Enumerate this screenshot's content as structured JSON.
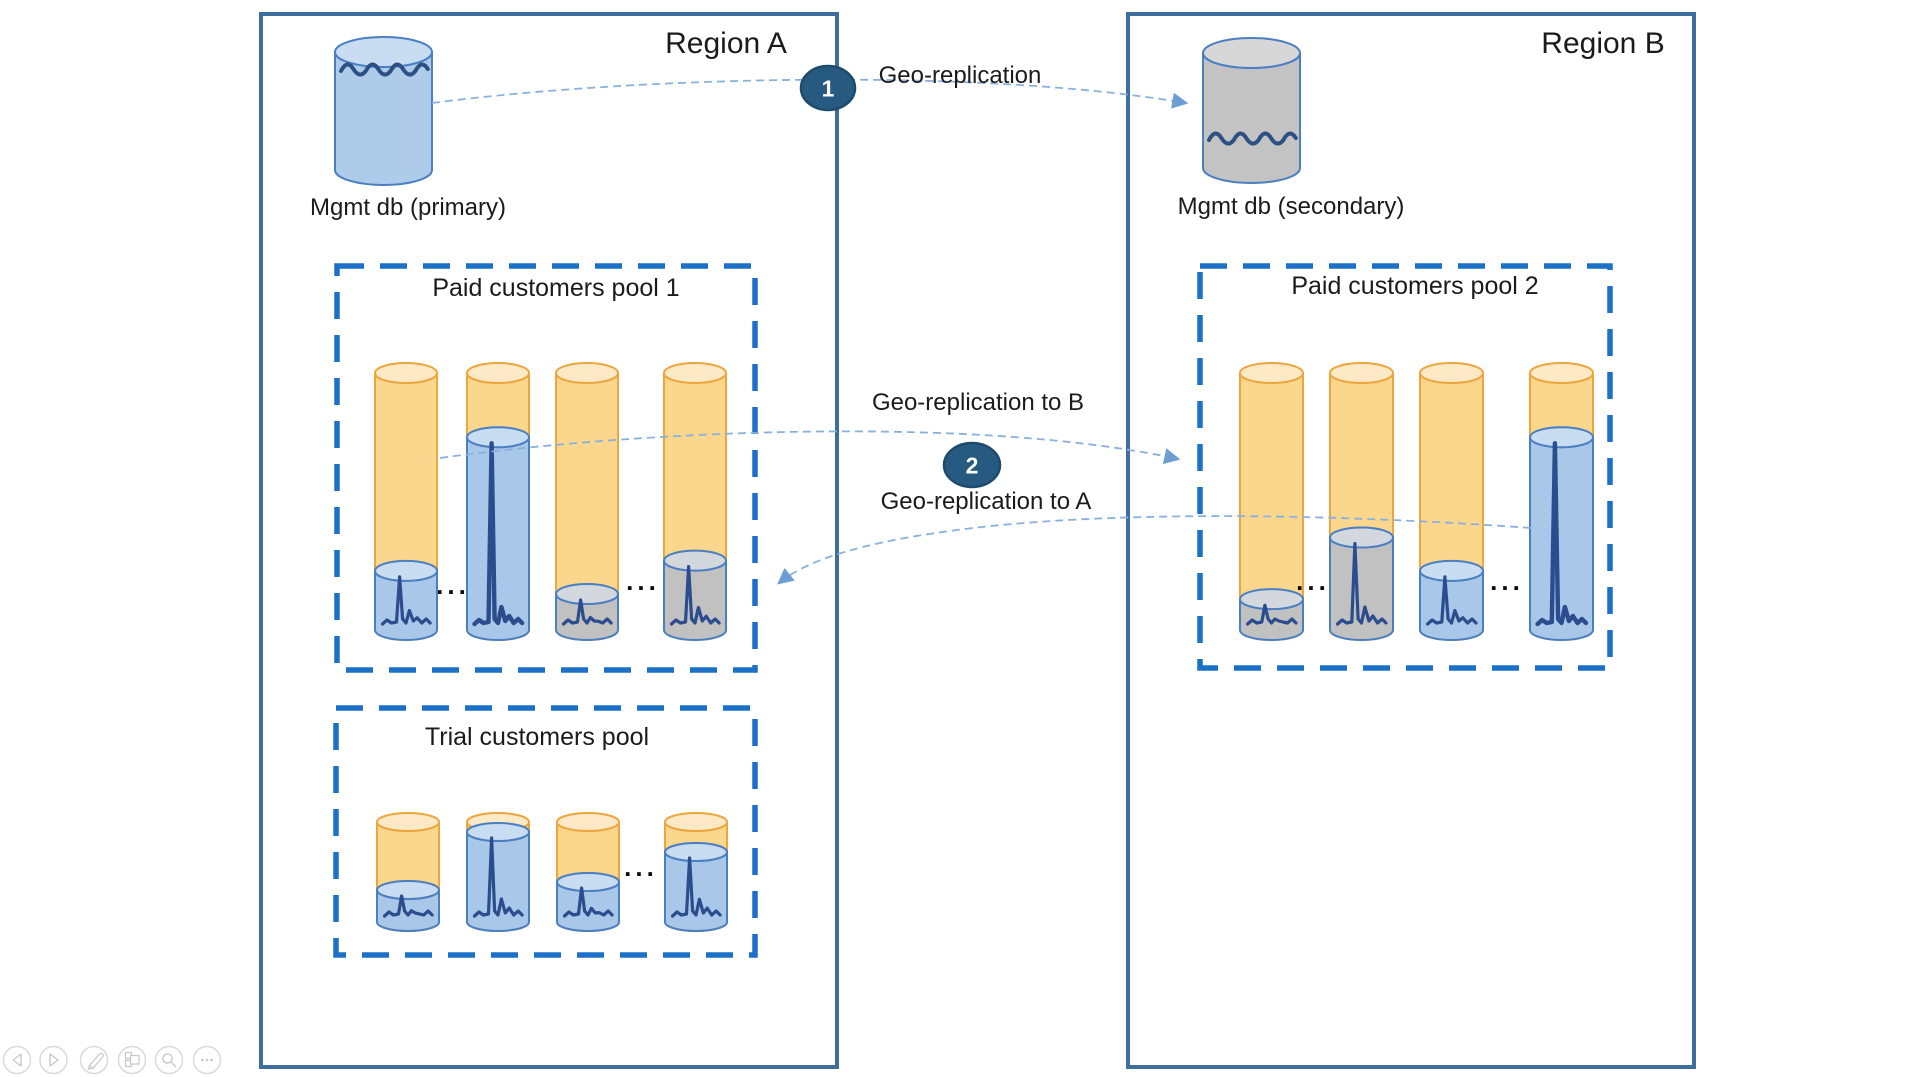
{
  "diagram": {
    "regions": [
      {
        "id": "A",
        "title": "Region A",
        "mgmt_db_label": "Mgmt db (primary)"
      },
      {
        "id": "B",
        "title": "Region B",
        "mgmt_db_label": "Mgmt db (secondary)"
      }
    ],
    "pools": [
      {
        "id": "pool1",
        "region": "A",
        "title": "Paid customers pool 1",
        "databases": [
          {
            "fill": "blue",
            "level": 0.23
          },
          {
            "fill": "blue",
            "level": 0.75
          },
          {
            "fill": "gray",
            "level": 0.14
          },
          {
            "fill": "gray",
            "level": 0.27
          }
        ]
      },
      {
        "id": "pool2",
        "region": "B",
        "title": "Paid customers pool 2",
        "databases": [
          {
            "fill": "gray",
            "level": 0.12
          },
          {
            "fill": "gray",
            "level": 0.36
          },
          {
            "fill": "blue",
            "level": 0.23
          },
          {
            "fill": "blue",
            "level": 0.75
          }
        ]
      },
      {
        "id": "trial",
        "region": "A",
        "title": "Trial customers pool",
        "databases": [
          {
            "fill": "blue",
            "level": 0.32
          },
          {
            "fill": "blue",
            "level": 0.9
          },
          {
            "fill": "blue",
            "level": 0.4
          },
          {
            "fill": "blue",
            "level": 0.7
          }
        ]
      }
    ],
    "arrows": [
      {
        "badge": "1",
        "labels": [
          "Geo-replication"
        ]
      },
      {
        "badge": "2",
        "labels": [
          "Geo-replication to B",
          "Geo-replication to A"
        ]
      }
    ],
    "ellipsis_glyph": "..."
  },
  "toolbar": {
    "buttons": [
      {
        "name": "previous-slide",
        "icon": "chevron-left-icon"
      },
      {
        "name": "next-slide",
        "icon": "chevron-right-icon"
      },
      {
        "name": "annotate-pen",
        "icon": "pen-icon"
      },
      {
        "name": "show-slides",
        "icon": "slides-icon"
      },
      {
        "name": "zoom",
        "icon": "magnifier-icon"
      },
      {
        "name": "more-options",
        "icon": "ellipsis-icon"
      }
    ]
  },
  "colors": {
    "region_border": "#3d6e9e",
    "pool_border": "#1c70c8",
    "orange_fill": "#fbd78d",
    "orange_top": "#fde9c5",
    "orange_stroke": "#eda63e",
    "blue_fill": "#a9c7e9",
    "blue_top": "#c8dcf2",
    "blue_stroke": "#4a7fc1",
    "gray_fill": "#c1c1c1",
    "gray_top": "#d2d8de",
    "mgmt_primary_fill": "#aecbea",
    "mgmt_primary_top": "#c9ddf2",
    "mgmt_secondary_fill": "#c3c3c3",
    "mgmt_secondary_top": "#d7d7d7",
    "badge_fill": "#275a80",
    "badge_stroke": "#1e4b6d",
    "arrow_blue": "#8ab1de",
    "arrowhead": "#6b9fd4",
    "spike": "#2b4d8e",
    "squiggle": "#2b5082"
  }
}
